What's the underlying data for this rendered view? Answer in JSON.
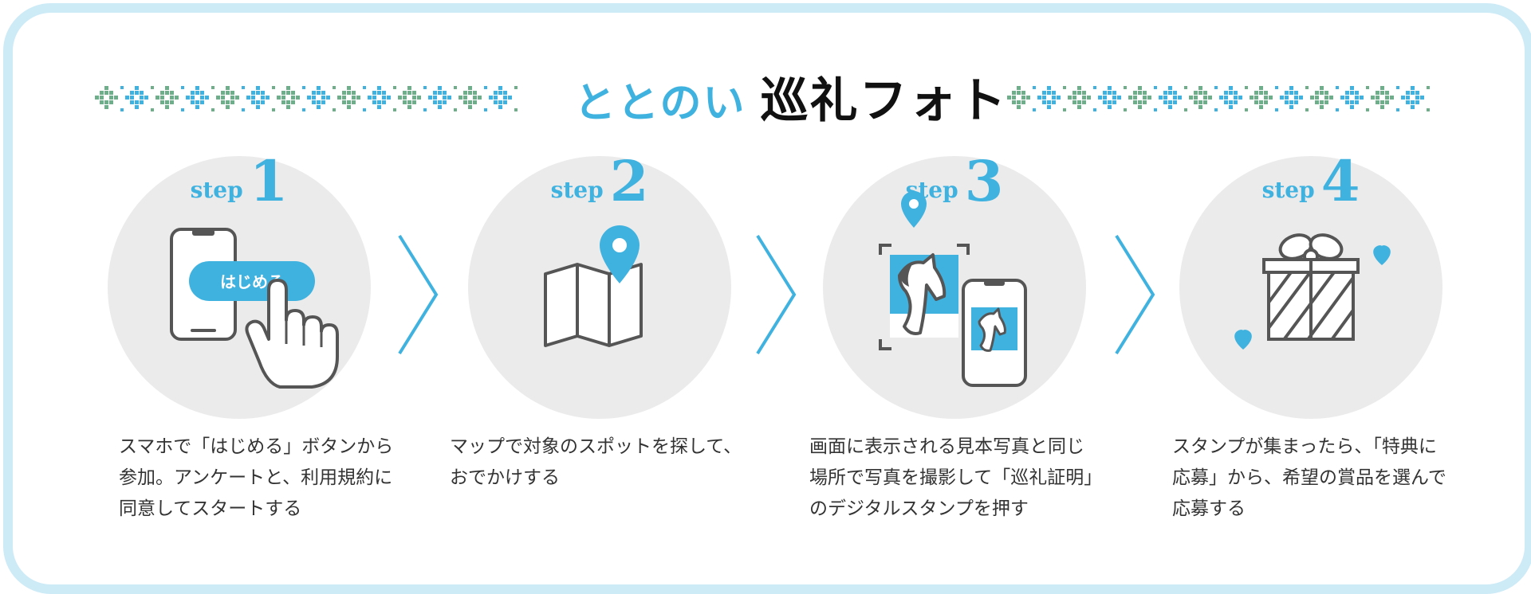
{
  "title": {
    "part1": "ととのい",
    "part2": "巡礼フォト"
  },
  "colors": {
    "accent": "#3fb2e0",
    "green": "#6fae8a",
    "circle": "#ebebeb",
    "frame": "#cdeaf7",
    "line": "#555555"
  },
  "steps": [
    {
      "word": "step",
      "number": "1",
      "icon": "smartphone-tap-icon",
      "button_label": "はじめる",
      "desc_lines": [
        "スマホで「はじめる」ボタンから",
        "参加。アンケートと、利用規約に",
        "同意してスタートする"
      ]
    },
    {
      "word": "step",
      "number": "2",
      "icon": "map-pin-icon",
      "desc_lines": [
        "マップで対象のスポットを探して、",
        "おでかけする"
      ]
    },
    {
      "word": "step",
      "number": "3",
      "icon": "camera-capture-icon",
      "desc_lines": [
        "画面に表示される見本写真と同じ",
        "場所で写真を撮影して「巡礼証明」",
        "のデジタルスタンプを押す"
      ]
    },
    {
      "word": "step",
      "number": "4",
      "icon": "gift-icon",
      "desc_lines": [
        "スタンプが集まったら、「特典に",
        "応募」から、希望の賞品を選んで",
        "応募する"
      ]
    }
  ]
}
